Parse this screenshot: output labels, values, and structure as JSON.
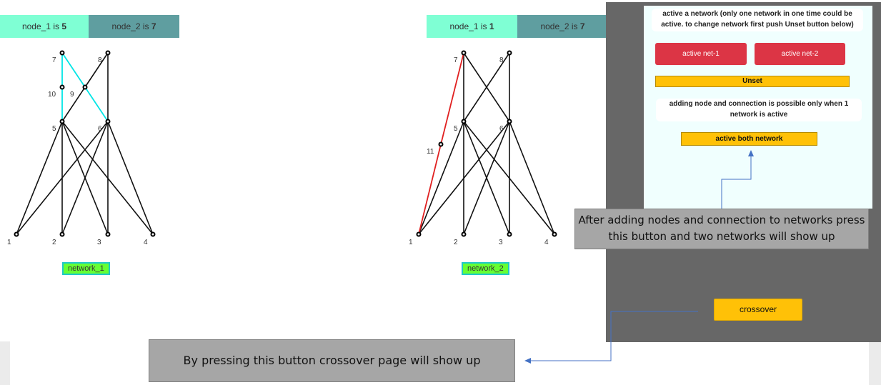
{
  "network1": {
    "tab_node1": {
      "prefix": "node_1 is ",
      "value": "5"
    },
    "tab_node2": {
      "prefix": "node_2 is ",
      "value": "7"
    },
    "label": "network_1",
    "node_labels": [
      "1",
      "2",
      "3",
      "4",
      "5",
      "6",
      "7",
      "8",
      "9",
      "10"
    ]
  },
  "network2": {
    "tab_node1": {
      "prefix": "node_1 is ",
      "value": "1"
    },
    "tab_node2": {
      "prefix": "node_2 is ",
      "value": "7"
    },
    "label": "network_2",
    "node_labels": [
      "1",
      "2",
      "3",
      "4",
      "5",
      "6",
      "7",
      "8",
      "11"
    ]
  },
  "panel": {
    "note_top": "active a network (only one network in one time could be active. to change network first push",
    "note_top_bold": "Unset button below)",
    "active_net1": "active net-1",
    "active_net2": "active net-2",
    "unset": "Unset",
    "note_middle": "adding node and connection is possible only when 1 network is active",
    "active_both": "active both network",
    "crossover": "crossover"
  },
  "callouts": {
    "right": "After adding nodes and connection to networks press this button and two networks will show up",
    "bottom": "By pressing this button crossover page will show up"
  },
  "colors": {
    "tab_selected": "#7fffd4",
    "tab_other": "#5f9ea0",
    "highlight_edge_net1": "#00e5e5",
    "highlight_edge_net2": "#e02020",
    "network_label_bg": "#66ff33",
    "btn_red": "#dc3545",
    "btn_yellow": "#ffc107",
    "panel_dark": "#676767",
    "panel_light": "#f0fffe",
    "callout": "#a6a6a6",
    "arrow": "#4472c4"
  }
}
